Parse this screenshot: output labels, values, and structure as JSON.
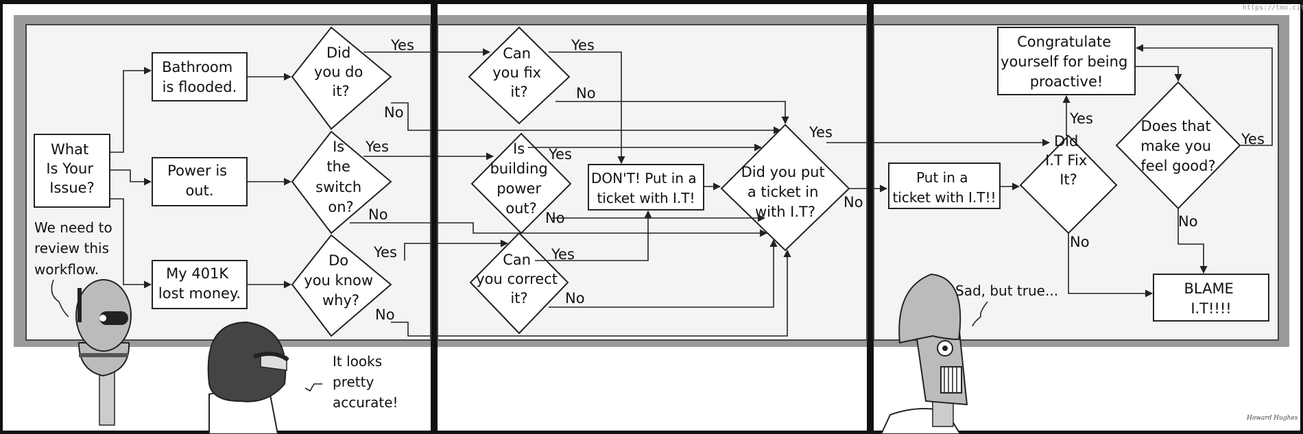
{
  "watermark": "https://tmo.city",
  "signature": "Howard Hughes",
  "panel1": {
    "start": [
      "What",
      "Is Your",
      "Issue?"
    ],
    "issue_flood": [
      "Bathroom",
      "is flooded."
    ],
    "issue_power": [
      "Power is",
      "out."
    ],
    "issue_401k": [
      "My 401K",
      "lost money."
    ],
    "q_did_you_do_it": [
      "Did",
      "you do",
      "it?"
    ],
    "q_switch_on": [
      "Is",
      "the",
      "switch",
      "on?"
    ],
    "q_know_why": [
      "Do",
      "you know",
      "why?"
    ],
    "yes": "Yes",
    "no": "No",
    "speech_robot": [
      "We need to",
      "review this",
      "workflow."
    ],
    "speech_person": [
      "It looks",
      "pretty",
      "accurate!"
    ]
  },
  "panel2": {
    "q_can_you_fix": [
      "Can",
      "you fix",
      "it?"
    ],
    "q_building_power": [
      "Is",
      "building",
      "power",
      "out?"
    ],
    "q_can_you_correct": [
      "Can",
      "you correct",
      "it?"
    ],
    "dont_ticket": [
      "DON'T! Put in a",
      "ticket with I.T!"
    ],
    "q_did_you_ticket": [
      "Did you put",
      "a ticket in",
      "with I.T?"
    ],
    "yes": "Yes",
    "no": "No"
  },
  "panel3": {
    "put_ticket": [
      "Put in a",
      "ticket with I.T!!"
    ],
    "q_it_fix": [
      "Did",
      "I.T Fix",
      "It?"
    ],
    "congratulate": [
      "Congratulate",
      "yourself for being",
      "proactive!"
    ],
    "q_feel_good": [
      "Does that",
      "make you",
      "feel good?"
    ],
    "blame": [
      "BLAME",
      "I.T!!!!"
    ],
    "speech_robot": "Sad, but true...",
    "yes": "Yes",
    "no": "No"
  }
}
